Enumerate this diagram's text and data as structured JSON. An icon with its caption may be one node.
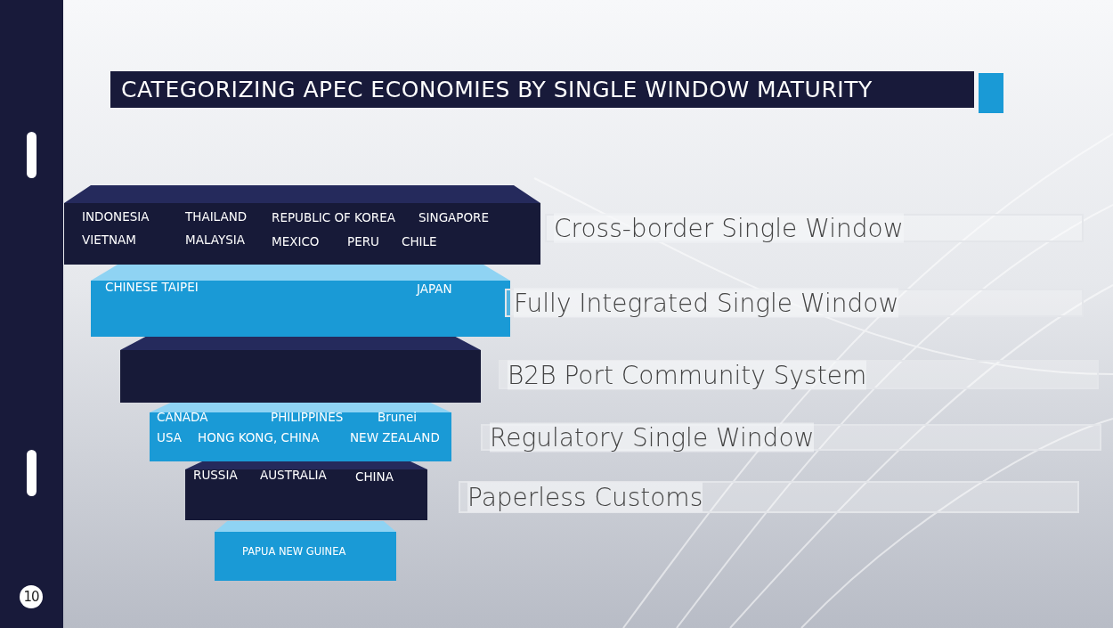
{
  "diagram": {
    "title": "CATEGORIZING APEC ECONOMIES BY SINGLE WINDOW MATURITY",
    "nodes": [
      {
        "text": [
          "INDONESIA",
          "THAILAND",
          "REPUBLIC OF KOREA",
          "SINGAPORE",
          "VIETNAM",
          "MALAYSIA",
          "MEXICO",
          "PERU",
          "CHILE"
        ]
      },
      {
        "text": [
          "CHINESE TAIPEI",
          "JAPAN"
        ]
      },
      {
        "text": [],
        "shape": "box"
      },
      {
        "text": [
          "CANADA",
          "PHILIPPINES",
          "Brunei",
          "USA",
          "HONG KONG, CHINA",
          "NEW ZEALAND"
        ]
      },
      {
        "text": [
          "RUSSIA",
          "AUSTRALIA",
          "CHINA"
        ]
      },
      {
        "text": [
          "PAPUA NEW GUINEA"
        ]
      },
      {
        "text": [
          "Cross-border Single Window"
        ]
      },
      {
        "text": [
          "Fully Integrated Single Window"
        ]
      },
      {
        "text": [
          "B2B Port Community System"
        ]
      },
      {
        "text": [
          "Regulatory Single Window"
        ]
      },
      {
        "text": [
          "Paperless Customs"
        ]
      }
    ],
    "edges": [],
    "labels": [
      "10"
    ]
  }
}
